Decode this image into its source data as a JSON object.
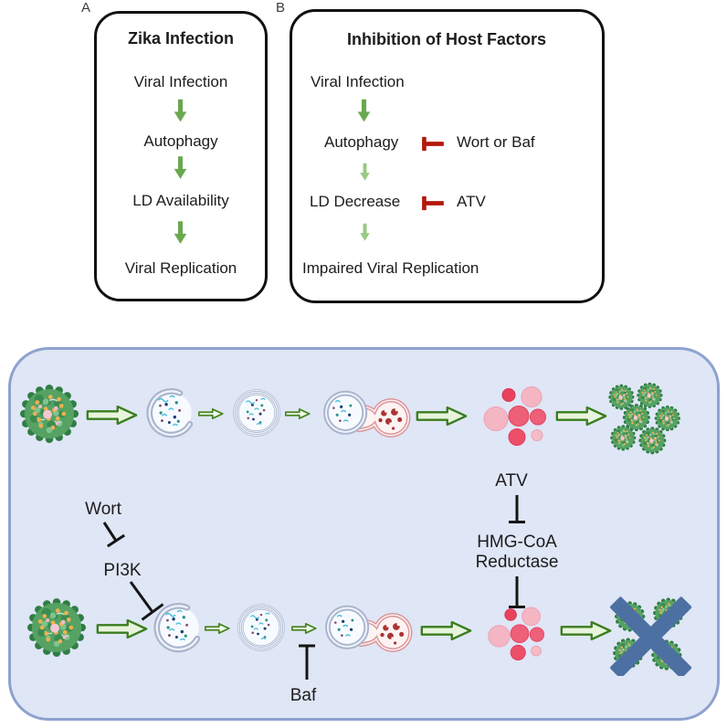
{
  "panel_a": {
    "tag": "A",
    "title": "Zika Infection",
    "steps": [
      "Viral Infection",
      "Autophagy",
      "LD Availability",
      "Viral Replication"
    ]
  },
  "panel_b": {
    "tag": "B",
    "title": "Inhibition of Host Factors",
    "steps": [
      "Viral Infection",
      "Autophagy",
      "LD Decrease",
      "Impaired Viral Replication"
    ],
    "inhibitor_autophagy": "Wort or Baf",
    "inhibitor_ld": "ATV"
  },
  "cell_diagram": {
    "wort_label": "Wort",
    "pi3k_label": "PI3K",
    "baf_label": "Baf",
    "atv_label": "ATV",
    "hmg_line1": "HMG-CoA",
    "hmg_line2": "Reductase"
  },
  "colors": {
    "flow_arrow_dark_green": "#6aa84f",
    "flow_arrow_light_green": "#97c983",
    "inhibition_red": "#b2190d",
    "cell_bg": "#dfe6f5",
    "cell_border": "#8da2cf",
    "big_arrow_fill": "#e8f4dc",
    "big_arrow_stroke": "#3a7d1e",
    "membrane_gray": "#a9b4cc",
    "lysosome_pink": "#d9949a",
    "lipid_pink": "#f5b6c3",
    "lipid_red": "#ee5570",
    "virus_green": "#55a263",
    "cross_blue": "#4d70a3"
  }
}
